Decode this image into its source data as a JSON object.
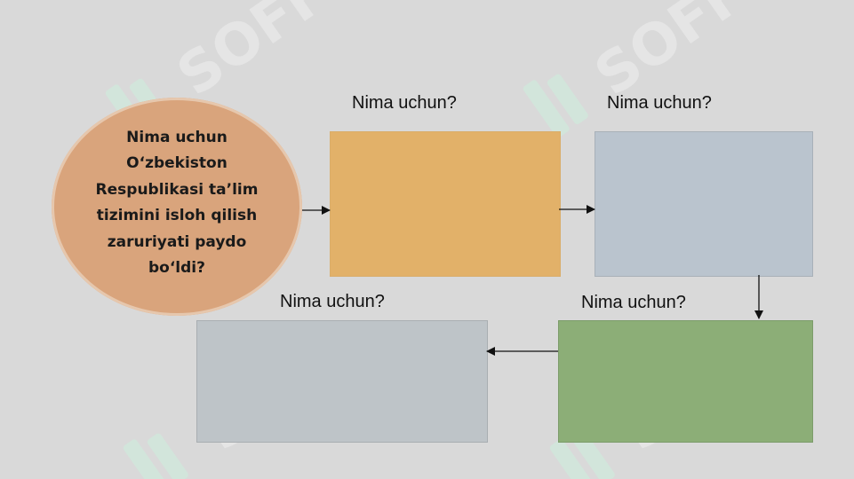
{
  "diagram": {
    "root_question": "Nima uchun O‘zbekiston Respublikasi ta’lim tizimini isloh qilish zaruriyati paydo bo‘ldi?",
    "step_labels": [
      "Nima uchun?",
      "Nima uchun?",
      "Nima uchun?",
      "Nima uchun?"
    ],
    "box_colors": {
      "ellipse": "#d9a47c",
      "box1": "#e2b169",
      "box2": "#bac4ce",
      "box3": "#8cae77",
      "box4": "#bec4c8"
    }
  },
  "watermark": {
    "text": "SOFF",
    "color": "#c8f0dc"
  }
}
